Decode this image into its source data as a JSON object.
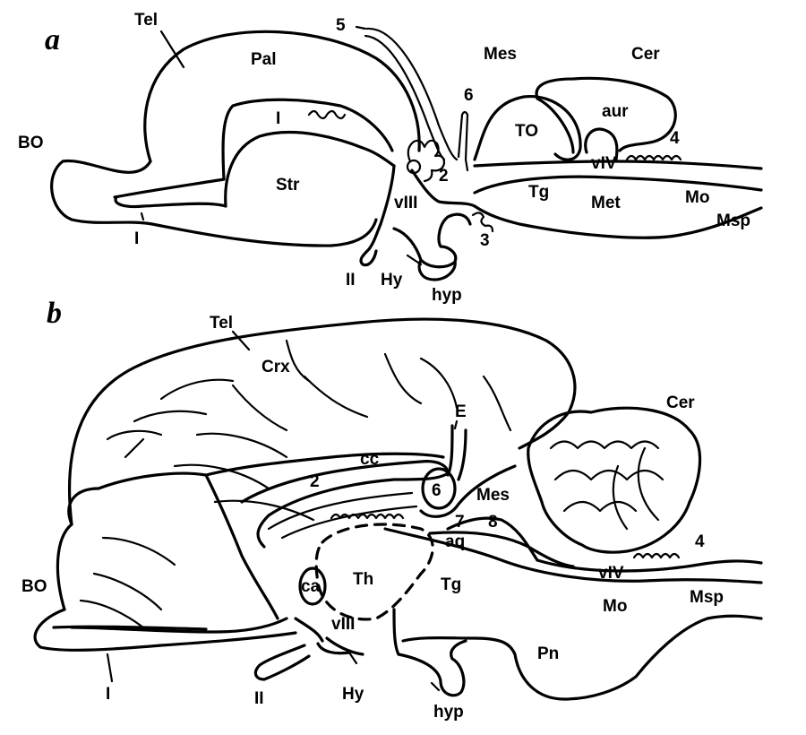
{
  "panels": {
    "a": {
      "letter": "a",
      "labels": {
        "tel": "Tel",
        "pal": "Pal",
        "five": "5",
        "mes": "Mes",
        "cer": "Cer",
        "i_ventricle": "I",
        "six": "6",
        "to": "TO",
        "aur": "aur",
        "bo": "BO",
        "four": "4",
        "two": "2",
        "viv": "vIV",
        "str": "Str",
        "tg": "Tg",
        "viii": "vIII",
        "met": "Met",
        "mo": "Mo",
        "msp": "Msp",
        "i_nerve": "I",
        "three": "3",
        "ii": "II",
        "hy": "Hy",
        "hyp": "hyp"
      }
    },
    "b": {
      "letter": "b",
      "labels": {
        "tel": "Tel",
        "crx": "Crx",
        "cer": "Cer",
        "e": "E",
        "cc": "cc",
        "two": "2",
        "six": "6",
        "mes": "Mes",
        "seven": "7",
        "eight": "8",
        "aq": "aq",
        "four": "4",
        "bo": "BO",
        "ca": "ca",
        "th": "Th",
        "tg": "Tg",
        "viv": "vIV",
        "msp": "Msp",
        "mo": "Mo",
        "viii": "vIII",
        "pn": "Pn",
        "i_nerve": "I",
        "ii": "II",
        "hy": "Hy",
        "hyp": "hyp"
      }
    }
  }
}
